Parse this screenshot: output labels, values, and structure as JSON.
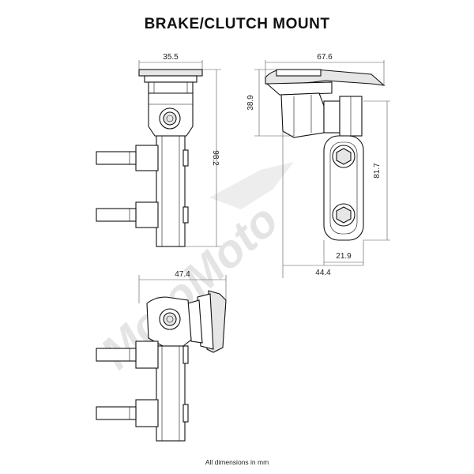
{
  "title": "BRAKE/CLUTCH MOUNT",
  "watermark": "MotoMoto",
  "footer": "All dimensions in mm",
  "dimensions": {
    "front_width": "35.5",
    "front_height": "98.2",
    "side_width": "67.6",
    "side_height_top": "38.9",
    "side_height_arm": "81.7",
    "side_inner_width": "21.9",
    "side_total_width": "44.4",
    "bottom_width": "47.4"
  }
}
